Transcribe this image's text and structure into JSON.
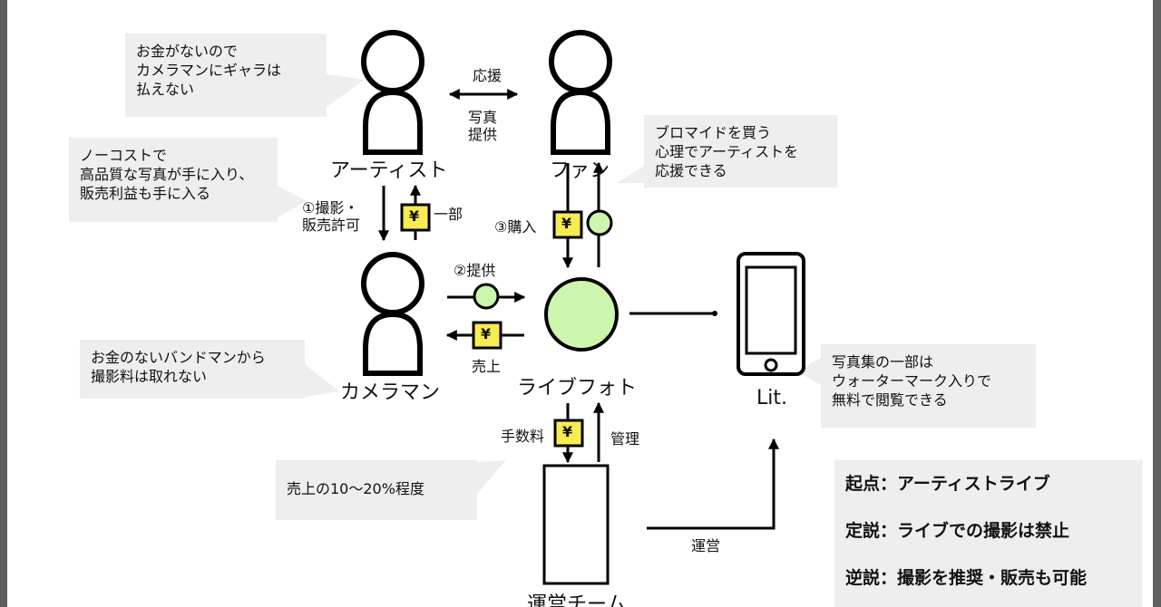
{
  "nodes": {
    "artist": "アーティスト",
    "fan": "ファン",
    "cameraman": "カメラマン",
    "livephoto": "ライブフォト",
    "lit": "Lit.",
    "team": "運営チーム"
  },
  "edges": {
    "support": "応援",
    "photo_provide": "写真\n提供",
    "shoot_permit": "①撮影・\n販売許可",
    "part": "一部",
    "purchase": "③購入",
    "provide": "②提供",
    "sales": "売上",
    "fee": "手数料",
    "manage": "管理",
    "operate": "運営"
  },
  "yen": "¥",
  "callouts": {
    "artist": "お金がないので\nカメラマンにギャラは\n払えない",
    "fan": "ブロマイドを買う\n心理でアーティストを\n応援できる",
    "artist_left": "ノーコストで\n高品質な写真が手に入り、\n販売利益も手に入る",
    "cameraman": "お金のないバンドマンから\n撮影料は取れない",
    "lit": "写真集の一部は\nウォーターマーク入りで\n無料で閲覧できる",
    "team": "売上の10～20%程度"
  },
  "notes": [
    "起点：アーティストライブ",
    "定説：ライブでの撮影は禁止",
    "逆説：撮影を推奨・販売も可能"
  ],
  "colors": {
    "photo_circle": "#ccf5ad",
    "yen_box": "#f8ec52",
    "callout_bg": "#eeeeee",
    "frame": "#5f5f5f"
  }
}
